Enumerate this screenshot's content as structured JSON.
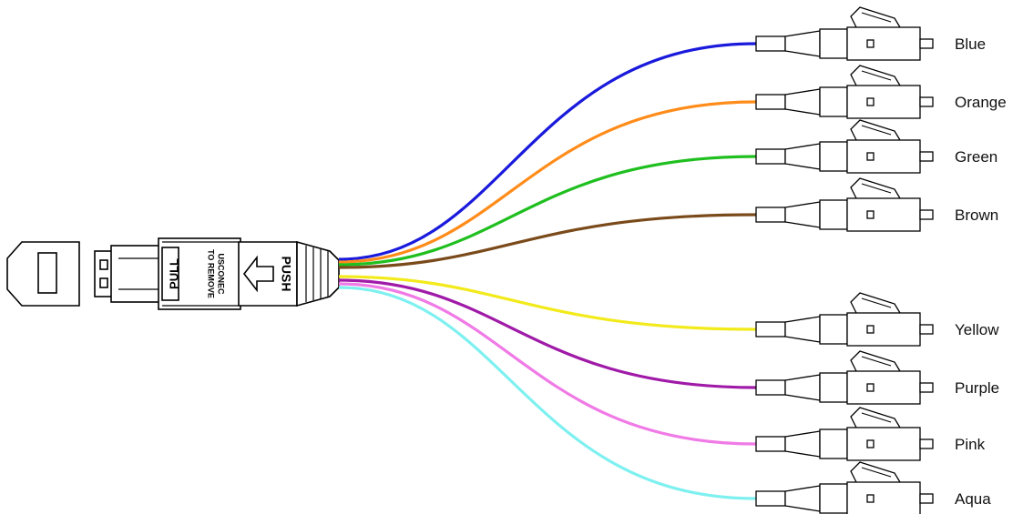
{
  "connector": {
    "pull_label": "PULL",
    "remove_label_line1": "TO REMOVE",
    "remove_label_line2": "USCONEC",
    "push_label": "PUSH"
  },
  "fibers": [
    {
      "label": "Blue",
      "color": "#1a1adc"
    },
    {
      "label": "Orange",
      "color": "#ff8c1a"
    },
    {
      "label": "Green",
      "color": "#1fbf1f"
    },
    {
      "label": "Brown",
      "color": "#7a4a1a"
    },
    {
      "label": "Yellow",
      "color": "#f2ea1a"
    },
    {
      "label": "Purple",
      "color": "#a01aa8"
    },
    {
      "label": "Pink",
      "color": "#f07ae6"
    },
    {
      "label": "Aqua",
      "color": "#7ef0f0"
    }
  ]
}
